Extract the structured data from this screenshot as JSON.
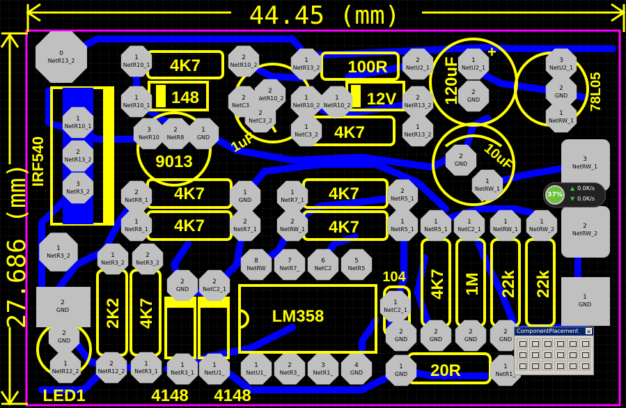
{
  "dimensions": {
    "width_label": "44.45 (mm)",
    "height_label": "27.686 (mm)"
  },
  "components": {
    "r_4k7_top": "4K7",
    "r_100r": "100R",
    "d_148": "148",
    "d_12v": "12V",
    "c_120uf": "120uF",
    "c_1uf": "1uF",
    "r_4k7_mid": "4K7",
    "reg": "78L05",
    "q_irf": "IRF540",
    "q_9013": "9013",
    "c_10uf": "10uF",
    "r_4k7_a": "4K7",
    "r_4k7_b": "4K7",
    "r_4k7_c": "4K7",
    "r_4k7_d": "4K7",
    "c_104": "104",
    "ic_lm358": "LM358",
    "r_4k7_v": "4K7",
    "r_1m": "1M",
    "r_22k_a": "22k",
    "r_22k_b": "22k",
    "r_2k2": "2K2",
    "r_4k7_v2": "4K7",
    "r_20r": "20R",
    "led": "LED1",
    "d_4148_a": "4148",
    "d_4148_b": "4148"
  },
  "pads": {
    "p0": {
      "num": "0",
      "net": "NetR13_2"
    },
    "p1": {
      "num": "1",
      "net": "NetR10_1"
    },
    "p2": {
      "num": "2",
      "net": "NetR10_2"
    },
    "p3": {
      "num": "2",
      "net": "NetR10_2"
    },
    "p4": {
      "num": "1",
      "net": "NetR13_2"
    },
    "p5": {
      "num": "2",
      "net": "NetU2_1"
    },
    "p6": {
      "num": "1",
      "net": "NetU2_1"
    },
    "p7": {
      "num": "3",
      "net": "NetU2_1"
    },
    "p8": {
      "num": "1",
      "net": "NetR10_1"
    },
    "p9": {
      "num": "2",
      "net": "NetC3_2"
    },
    "p10": {
      "num": "1",
      "net": "NetR10_2"
    },
    "p11": {
      "num": "1",
      "net": "NetR10_2"
    },
    "p12": {
      "num": "2",
      "net": "NetR13_2"
    },
    "p13": {
      "num": "2",
      "net": "GND"
    },
    "p14": {
      "num": "2",
      "net": "GND"
    },
    "p15": {
      "num": "1",
      "net": "NetR10_1"
    },
    "p16": {
      "num": "2",
      "net": "NetR13_2"
    },
    "p17": {
      "num": "3",
      "net": "NetR3_2"
    },
    "p18": {
      "num": "3",
      "net": "NetR10"
    },
    "p19": {
      "num": "2",
      "net": "NetR8"
    },
    "p20": {
      "num": "1",
      "net": "GND"
    },
    "p21": {
      "num": "2",
      "net": "NetC3_2"
    },
    "p22": {
      "num": "1",
      "net": "NetC3_2"
    },
    "p23": {
      "num": "1",
      "net": "NetR13_2"
    },
    "p24": {
      "num": "1",
      "net": "NetRW_1"
    },
    "p25": {
      "num": "2",
      "net": "GND"
    },
    "p26": {
      "num": "3",
      "net": "NetRW_1"
    },
    "p27": {
      "num": "1",
      "net": "NetRW_1"
    },
    "p28": {
      "num": "2",
      "net": "NetR8_1"
    },
    "p29": {
      "num": "1",
      "net": "GND"
    },
    "p30": {
      "num": "1",
      "net": "NetR7_1"
    },
    "p31": {
      "num": "2",
      "net": "NetR5_1"
    },
    "p32": {
      "num": "1",
      "net": "NetR8_1"
    },
    "p33": {
      "num": "2",
      "net": "NetR7_1"
    },
    "p34": {
      "num": "2",
      "net": "NetRW_1"
    },
    "p35": {
      "num": "1",
      "net": "NetR5_1"
    },
    "p36": {
      "num": "1",
      "net": "NetR5_1"
    },
    "p37": {
      "num": "1",
      "net": "NetC2_1"
    },
    "p38": {
      "num": "1",
      "net": "NetRW_1"
    },
    "p39": {
      "num": "1",
      "net": "NetRW_2"
    },
    "p40": {
      "num": "2",
      "net": "NetRW_2"
    },
    "p41": {
      "num": "1",
      "net": "NetR3_2"
    },
    "p42": {
      "num": "1",
      "net": "NetR3_2"
    },
    "p43": {
      "num": "2",
      "net": "NetR3_2"
    },
    "p44": {
      "num": "8",
      "net": "NetRW"
    },
    "p45": {
      "num": "7",
      "net": "NetR7_"
    },
    "p46": {
      "num": "6",
      "net": "NetC2"
    },
    "p47": {
      "num": "5",
      "net": "NetR5"
    },
    "p48": {
      "num": "2",
      "net": "GND"
    },
    "p49": {
      "num": "2",
      "net": "NetC2_1"
    },
    "p50": {
      "num": "2",
      "net": "GND"
    },
    "p51": {
      "num": "1",
      "net": "NetC2_1"
    },
    "p52": {
      "num": "1",
      "net": "GND"
    },
    "p53": {
      "num": "2",
      "net": "GND"
    },
    "p54": {
      "num": "2",
      "net": "GND"
    },
    "p55": {
      "num": "2",
      "net": "GND"
    },
    "p56": {
      "num": "2",
      "net": "GND"
    },
    "p57": {
      "num": "2",
      "net": "GND"
    },
    "p58": {
      "num": "2",
      "net": "GND"
    },
    "p59": {
      "num": "1",
      "net": "NetR12_2"
    },
    "p60": {
      "num": "2",
      "net": "NetR12_2"
    },
    "p61": {
      "num": "1",
      "net": "NetR3_1"
    },
    "p62": {
      "num": "1",
      "net": "NetR3_1"
    },
    "p63": {
      "num": "1",
      "net": "NetU1_"
    },
    "p64": {
      "num": "1",
      "net": "NetU1_"
    },
    "p65": {
      "num": "2",
      "net": "NetR3_"
    },
    "p66": {
      "num": "3",
      "net": "NetR1_"
    },
    "p67": {
      "num": "4",
      "net": "GND"
    },
    "p68": {
      "num": "1",
      "net": "GND"
    },
    "p69": {
      "num": "1",
      "net": "NetR1_"
    }
  },
  "net_widget": {
    "percent": "37%",
    "up": "0.0K/s",
    "down": "0.0K/s"
  },
  "component_panel": {
    "title": "ComponentPlacement",
    "close": "×"
  },
  "colors": {
    "board": "#000000",
    "copper": "#0000ff",
    "silk": "#ffff00",
    "outline": "#ff00ff",
    "pad": "#c0c0c0"
  }
}
